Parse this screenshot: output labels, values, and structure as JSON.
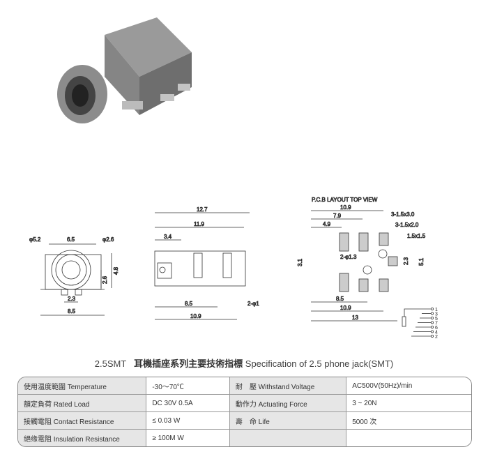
{
  "front_view": {
    "d1": "φ5.2",
    "d2": "6.5",
    "d3": "φ2.6",
    "d4": "4.8",
    "d5": "2.6",
    "d6": "2.3",
    "d7": "8.5"
  },
  "side_view": {
    "d1": "12.7",
    "d2": "11.9",
    "d3": "3.4",
    "d4": "8.5",
    "d5": "2-φ1",
    "d6": "10.9"
  },
  "pcb_view": {
    "title": "P.C.B LAYOUT TOP VIEW",
    "d1": "10.9",
    "d2": "7.9",
    "d3": "4.9",
    "d4": "3-1.5x3.0",
    "d5": "3-1.5x2.0",
    "d6": "1.5x1.5",
    "d7": "2-φ1.3",
    "d8": "3.1",
    "d9": "2.3",
    "d10": "5.1",
    "d11": "8.5",
    "d12": "10.9",
    "d13": "13"
  },
  "pins": [
    "1",
    "3",
    "5",
    "7",
    "6",
    "4",
    "2"
  ],
  "title": {
    "model": "2.5SMT",
    "cn": "耳機插座系列主要技術指標",
    "en": "Specification of 2.5 phone jack(SMT)"
  },
  "specs": [
    [
      "使用温度範圍 Temperature",
      "-30～70℃",
      "耐　壓 Withstand Voltage",
      "AC500V(50Hz)/min"
    ],
    [
      "額定負荷 Rated Load",
      "DC 30V 0.5A",
      "動作力 Actuating Force",
      "3 ~ 20N"
    ],
    [
      "接觸電阻 Contact Resistance",
      "≤ 0.03 W",
      "壽　命 Life",
      "5000 次"
    ],
    [
      "絕缘電阻 Insulation Resistance",
      "≥ 100M W",
      "",
      ""
    ]
  ]
}
